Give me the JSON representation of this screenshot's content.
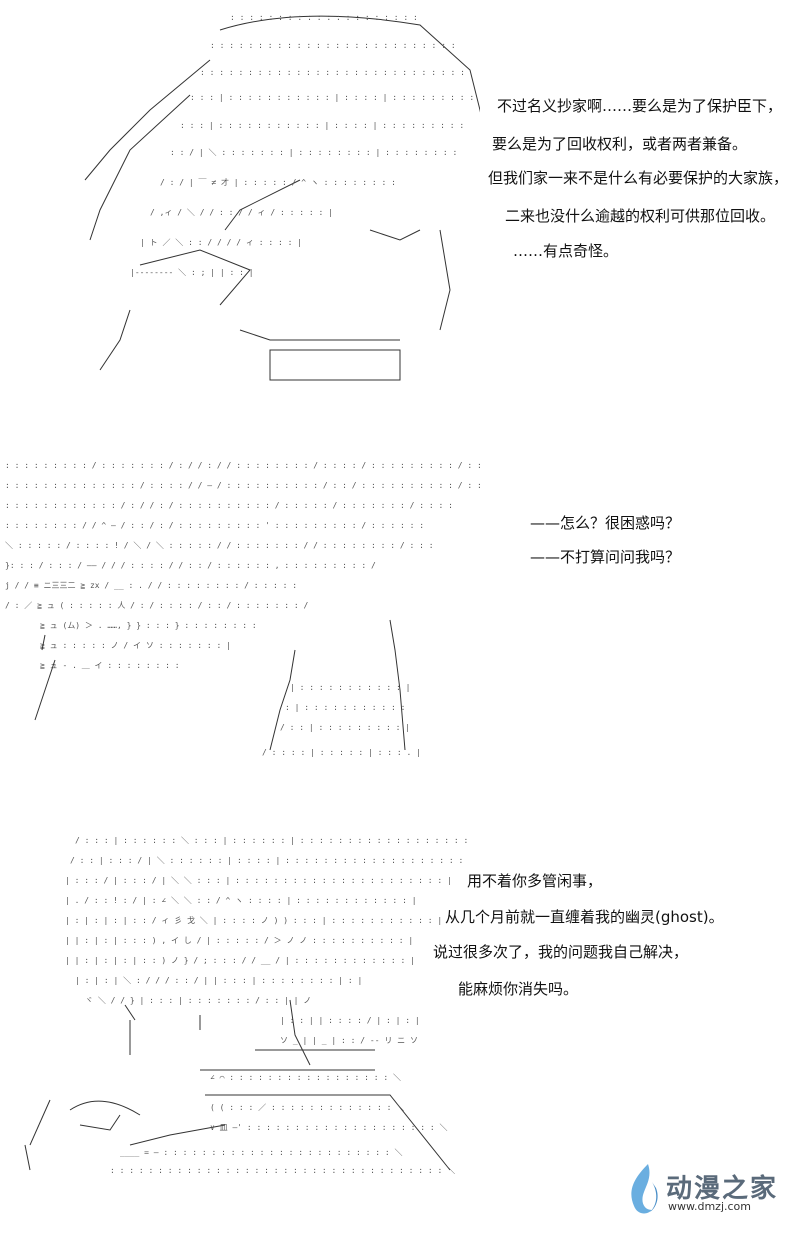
{
  "panels": [
    {
      "lines": [
        "不过名义抄家啊……要么是为了保护臣下，",
        "要么是为了回收权利，或者两者兼备。",
        "但我们家一来不是什么有必要保护的大家族，",
        "二来也没什么逾越的权利可供那位回收。",
        "……有点奇怪。"
      ]
    },
    {
      "lines": [
        "——怎么？很困惑吗？",
        "——不打算问问我吗？"
      ]
    },
    {
      "lines": [
        "用不着你多管闲事，",
        "从几个月前就一直缠着我的幽灵(ghost)。",
        "说过很多次了，我的问题我自己解决，",
        "能麻烦你消失吗。"
      ]
    }
  ],
  "watermark": {
    "name": "动漫之家",
    "url": "www.dmzj.com",
    "icon": "flame-logo-icon"
  }
}
